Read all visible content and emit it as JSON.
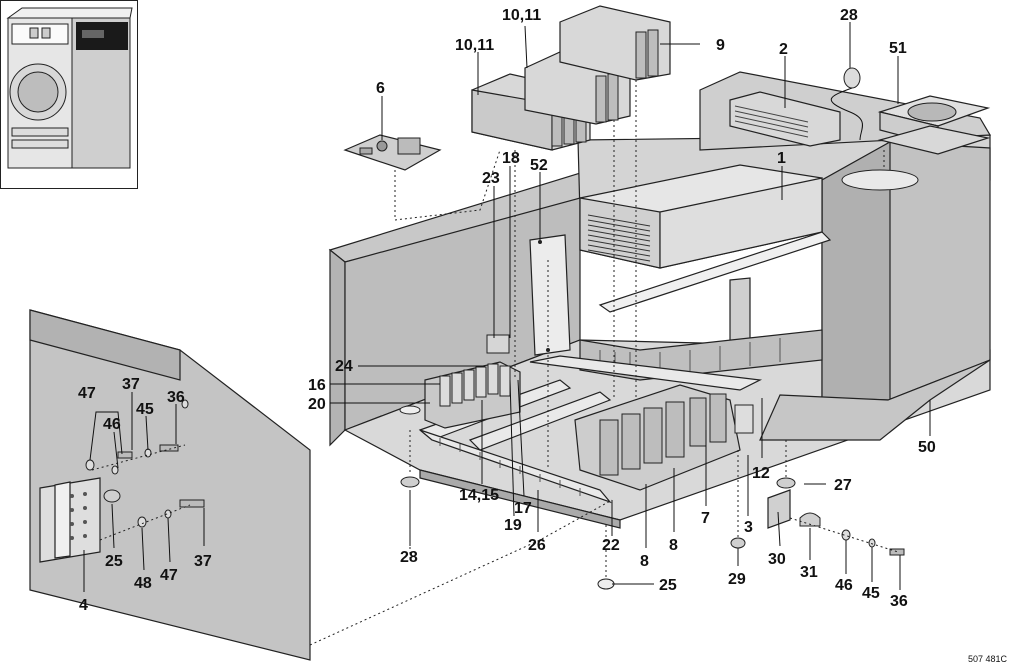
{
  "figure": {
    "reference": "507 481C"
  },
  "callouts": [
    {
      "id": "c-10-11-top",
      "text": "10,11"
    },
    {
      "id": "c-28-top",
      "text": "28"
    },
    {
      "id": "c-9",
      "text": "9"
    },
    {
      "id": "c-2",
      "text": "2"
    },
    {
      "id": "c-51",
      "text": "51"
    },
    {
      "id": "c-10-11-left",
      "text": "10,11"
    },
    {
      "id": "c-6",
      "text": "6"
    },
    {
      "id": "c-1",
      "text": "1"
    },
    {
      "id": "c-18",
      "text": "18"
    },
    {
      "id": "c-52",
      "text": "52"
    },
    {
      "id": "c-23",
      "text": "23"
    },
    {
      "id": "c-24",
      "text": "24"
    },
    {
      "id": "c-16",
      "text": "16"
    },
    {
      "id": "c-20",
      "text": "20"
    },
    {
      "id": "c-47-left",
      "text": "47"
    },
    {
      "id": "c-37-top",
      "text": "37"
    },
    {
      "id": "c-36-left",
      "text": "36"
    },
    {
      "id": "c-46-left",
      "text": "46"
    },
    {
      "id": "c-45-left",
      "text": "45"
    },
    {
      "id": "c-50",
      "text": "50"
    },
    {
      "id": "c-12",
      "text": "12"
    },
    {
      "id": "c-14-15",
      "text": "14,15"
    },
    {
      "id": "c-17",
      "text": "17"
    },
    {
      "id": "c-19",
      "text": "19"
    },
    {
      "id": "c-27",
      "text": "27"
    },
    {
      "id": "c-3",
      "text": "3"
    },
    {
      "id": "c-7",
      "text": "7"
    },
    {
      "id": "c-25-left",
      "text": "25"
    },
    {
      "id": "c-37-bottom",
      "text": "37"
    },
    {
      "id": "c-28-bottom",
      "text": "28"
    },
    {
      "id": "c-26",
      "text": "26"
    },
    {
      "id": "c-22",
      "text": "22"
    },
    {
      "id": "c-8-right",
      "text": "8"
    },
    {
      "id": "c-30",
      "text": "30"
    },
    {
      "id": "c-48",
      "text": "48"
    },
    {
      "id": "c-47-bottom",
      "text": "47"
    },
    {
      "id": "c-8-left",
      "text": "8"
    },
    {
      "id": "c-25-bottom",
      "text": "25"
    },
    {
      "id": "c-29",
      "text": "29"
    },
    {
      "id": "c-31",
      "text": "31"
    },
    {
      "id": "c-46-bottom",
      "text": "46"
    },
    {
      "id": "c-4",
      "text": "4"
    },
    {
      "id": "c-45-bottom",
      "text": "45"
    },
    {
      "id": "c-36-bottom",
      "text": "36"
    }
  ]
}
